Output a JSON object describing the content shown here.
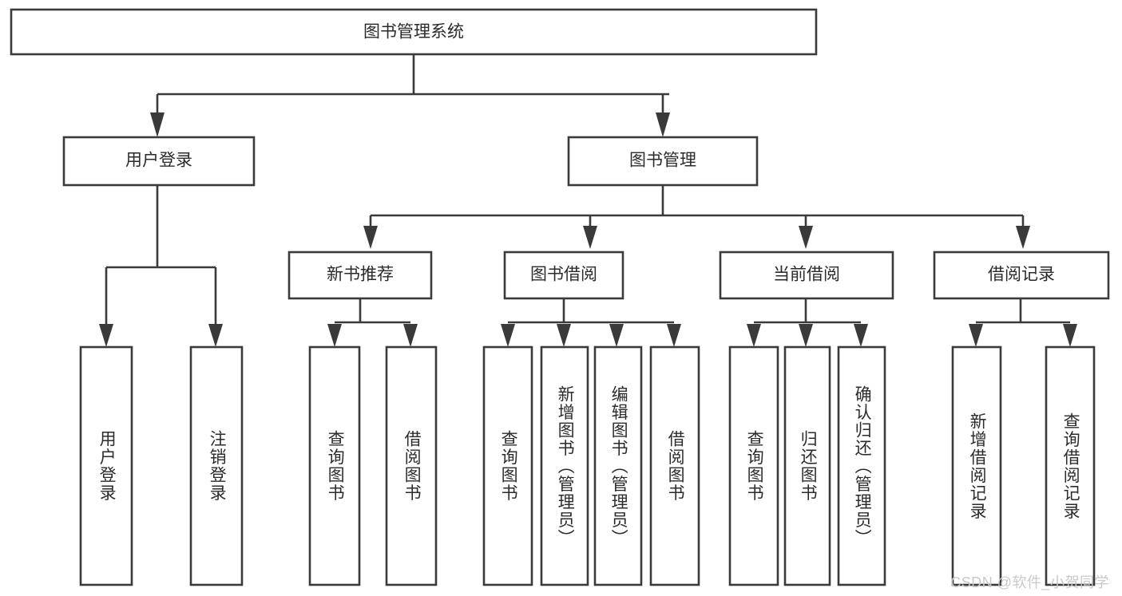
{
  "diagram": {
    "title": "图书管理系统",
    "type": "tree-hierarchy-diagram",
    "colors": {
      "box_stroke": "#3a3a3a",
      "box_fill": "#ffffff",
      "text": "#2b2b2b",
      "watermark": "#c9c9c9",
      "background": "#ffffff"
    },
    "root": {
      "label": "图书管理系统"
    },
    "level2": [
      {
        "label": "用户登录"
      },
      {
        "label": "图书管理"
      }
    ],
    "level3": [
      {
        "label": "新书推荐"
      },
      {
        "label": "图书借阅"
      },
      {
        "label": "当前借阅"
      },
      {
        "label": "借阅记录"
      }
    ],
    "leaves": {
      "user_login": [
        {
          "label": "用户登录"
        },
        {
          "label": "注销登录"
        }
      ],
      "new_book_recommend": [
        {
          "label": "查询图书"
        },
        {
          "label": "借阅图书"
        }
      ],
      "book_borrow": [
        {
          "label": "查询图书"
        },
        {
          "label": "新增图书（管理员）"
        },
        {
          "label": "编辑图书（管理员）"
        },
        {
          "label": "借阅图书"
        }
      ],
      "current_borrow": [
        {
          "label": "查询图书"
        },
        {
          "label": "归还图书"
        },
        {
          "label": "确认归还（管理员）"
        }
      ],
      "borrow_record": [
        {
          "label": "新增借阅记录"
        },
        {
          "label": "查询借阅记录"
        }
      ]
    },
    "watermark": "CSDN @软件_小贺同学"
  }
}
